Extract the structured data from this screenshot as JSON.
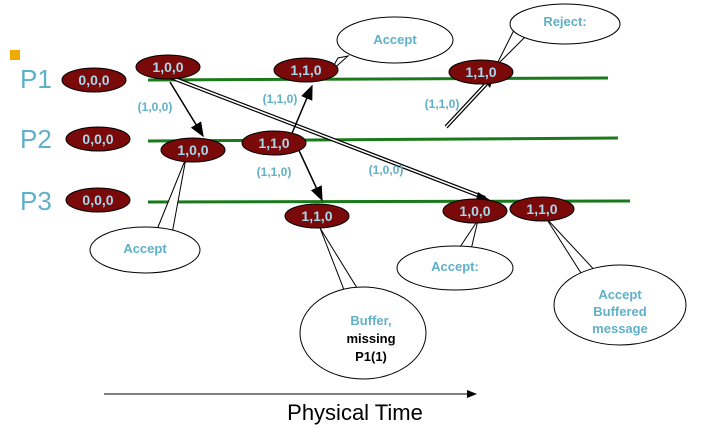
{
  "processes": [
    "P1",
    "P2",
    "P3"
  ],
  "events": [
    {
      "id": "p1-init",
      "label": "0,0,0"
    },
    {
      "id": "p2-init",
      "label": "0,0,0"
    },
    {
      "id": "p3-init",
      "label": "0,0,0"
    },
    {
      "id": "p1-send",
      "label": "1,0,0"
    },
    {
      "id": "p2-recv",
      "label": "1,0,0"
    },
    {
      "id": "p2-send",
      "label": "1,1,0"
    },
    {
      "id": "p1-recv",
      "label": "1,1,0"
    },
    {
      "id": "p1-reject",
      "label": "1,1,0"
    },
    {
      "id": "p3-buffer",
      "label": "1,1,0"
    },
    {
      "id": "p3-recv-100",
      "label": "1,0,0"
    },
    {
      "id": "p3-recv-110",
      "label": "1,1,0"
    }
  ],
  "message_labels": [
    {
      "id": "m1",
      "label": "(1,0,0)"
    },
    {
      "id": "m2",
      "label": "(1,1,0)"
    },
    {
      "id": "m3",
      "label": "(1,1,0)"
    },
    {
      "id": "m4",
      "label": "(1,0,0)"
    },
    {
      "id": "m5",
      "label": "(1,1,0)"
    }
  ],
  "callouts": [
    {
      "id": "c-accept-p1",
      "lines": [
        "Accept"
      ]
    },
    {
      "id": "c-reject",
      "lines": [
        "Reject:"
      ]
    },
    {
      "id": "c-accept-p2",
      "lines": [
        "Accept"
      ]
    },
    {
      "id": "c-buffer",
      "lines": [
        "Buffer,",
        "missing",
        "P1(1)"
      ]
    },
    {
      "id": "c-accept-p3",
      "lines": [
        "Accept:"
      ]
    },
    {
      "id": "c-accept-buffered",
      "lines": [
        "Accept",
        "Buffered",
        "message"
      ]
    }
  ],
  "axis_label": "Physical Time",
  "colors": {
    "timeline": "#1a7a1a",
    "event_fill": "#7a0a0a",
    "event_text": "#a8d8ec",
    "label_text": "#5fb0c8",
    "process_text": "#5fb0c8"
  }
}
